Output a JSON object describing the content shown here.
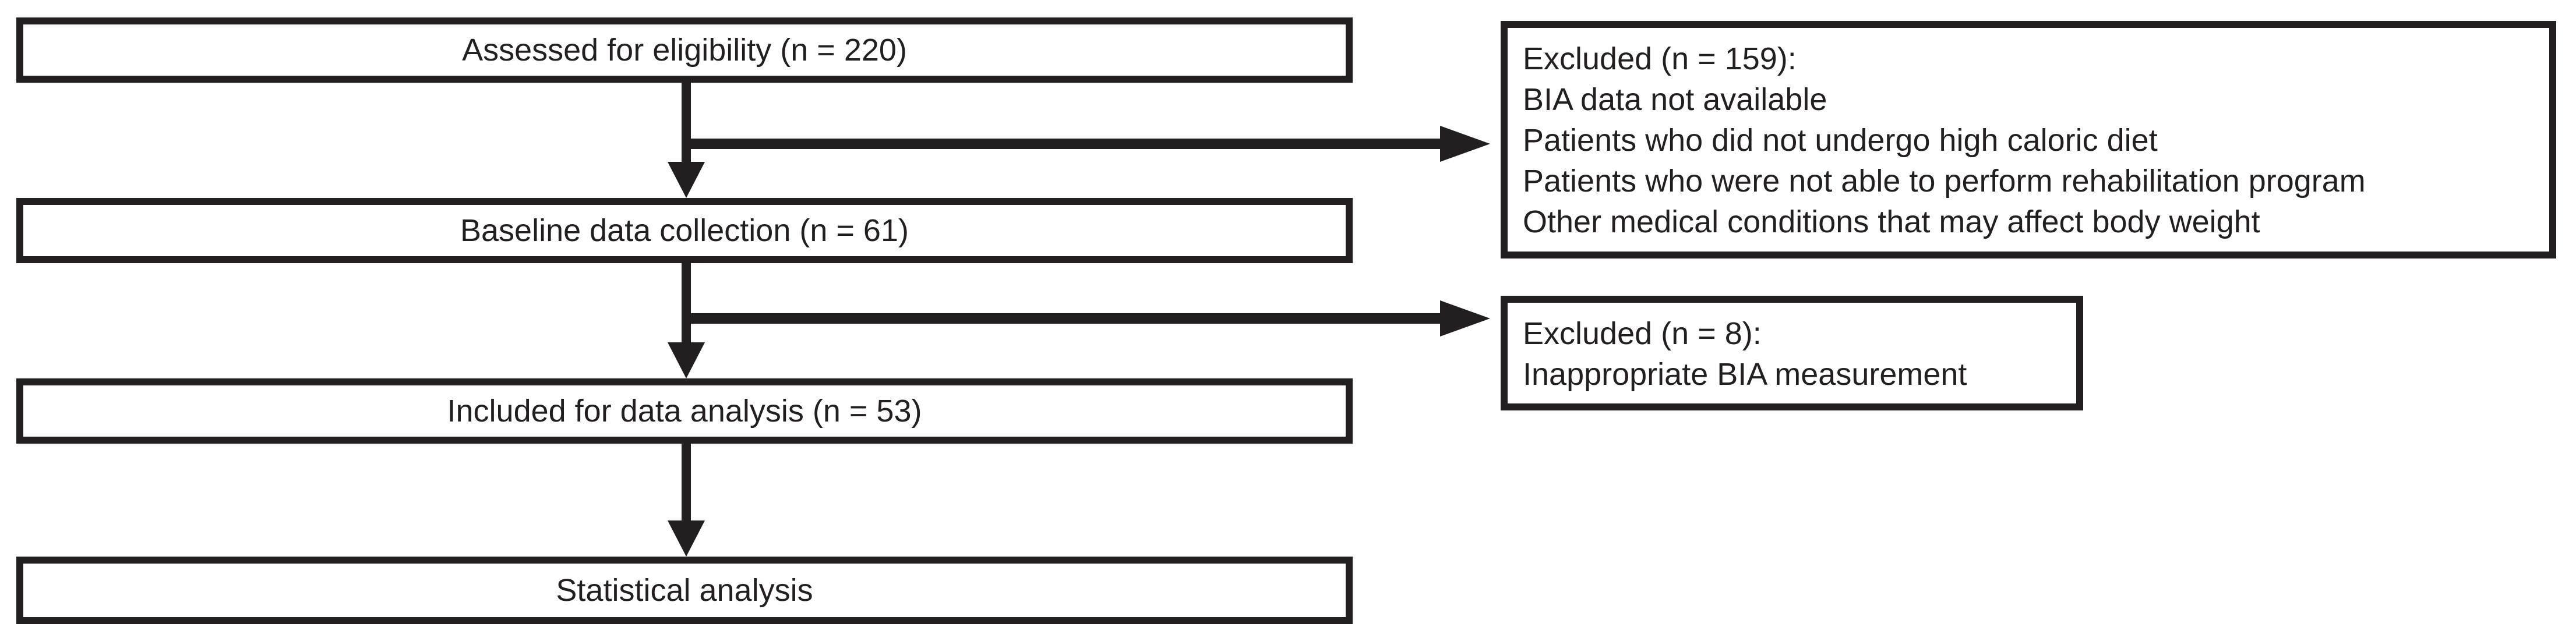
{
  "diagram": {
    "type": "study-flowchart",
    "colors": {
      "ink": "#231f20",
      "background": "#ffffff"
    },
    "main_boxes": [
      {
        "label": "Assessed for eligibility (n = 220)"
      },
      {
        "label": "Baseline data collection (n = 61)"
      },
      {
        "label": "Included for data analysis (n = 53)"
      },
      {
        "label": "Statistical analysis"
      }
    ],
    "side_boxes": [
      {
        "lines": [
          "Excluded (n = 159):",
          "BIA data not available",
          "Patients who did not undergo high caloric diet",
          "Patients who were not able to perform rehabilitation program",
          "Other medical conditions that may affect body weight"
        ]
      },
      {
        "lines": [
          "Excluded (n = 8):",
          "Inappropriate BIA measurement"
        ]
      }
    ]
  }
}
